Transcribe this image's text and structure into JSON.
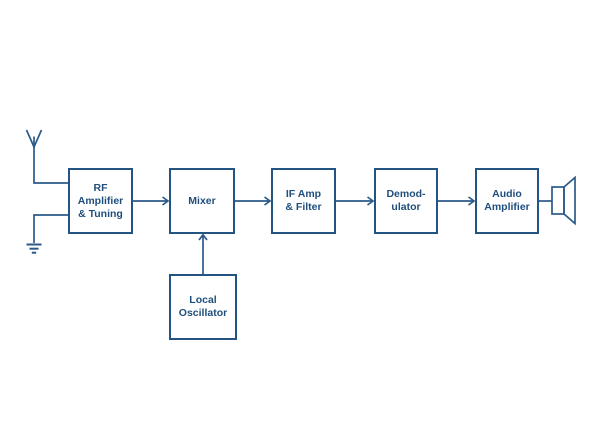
{
  "diagram": {
    "type": "block-diagram",
    "colors": {
      "line": "#2b5a8a",
      "text": "#1f4e7c",
      "background": "#ffffff"
    },
    "blocks": {
      "rf": {
        "label": "RF\nAmplifier\n& Tuning"
      },
      "mixer": {
        "label": "Mixer"
      },
      "if": {
        "label": "IF Amp\n& Filter"
      },
      "demod": {
        "label": "Demod-\nulator"
      },
      "audio": {
        "label": "Audio\nAmplifier"
      },
      "lo": {
        "label": "Local\nOscillator"
      }
    },
    "icons": {
      "antenna": "antenna-icon",
      "ground": "ground-icon",
      "speaker": "speaker-icon"
    },
    "connections": [
      {
        "from": "antenna",
        "to": "rf",
        "arrow": false
      },
      {
        "from": "ground",
        "to": "rf",
        "arrow": false
      },
      {
        "from": "rf",
        "to": "mixer",
        "arrow": true
      },
      {
        "from": "lo",
        "to": "mixer",
        "arrow": true
      },
      {
        "from": "mixer",
        "to": "if",
        "arrow": true
      },
      {
        "from": "if",
        "to": "demod",
        "arrow": true
      },
      {
        "from": "demod",
        "to": "audio",
        "arrow": true
      },
      {
        "from": "audio",
        "to": "speaker",
        "arrow": false
      }
    ]
  }
}
